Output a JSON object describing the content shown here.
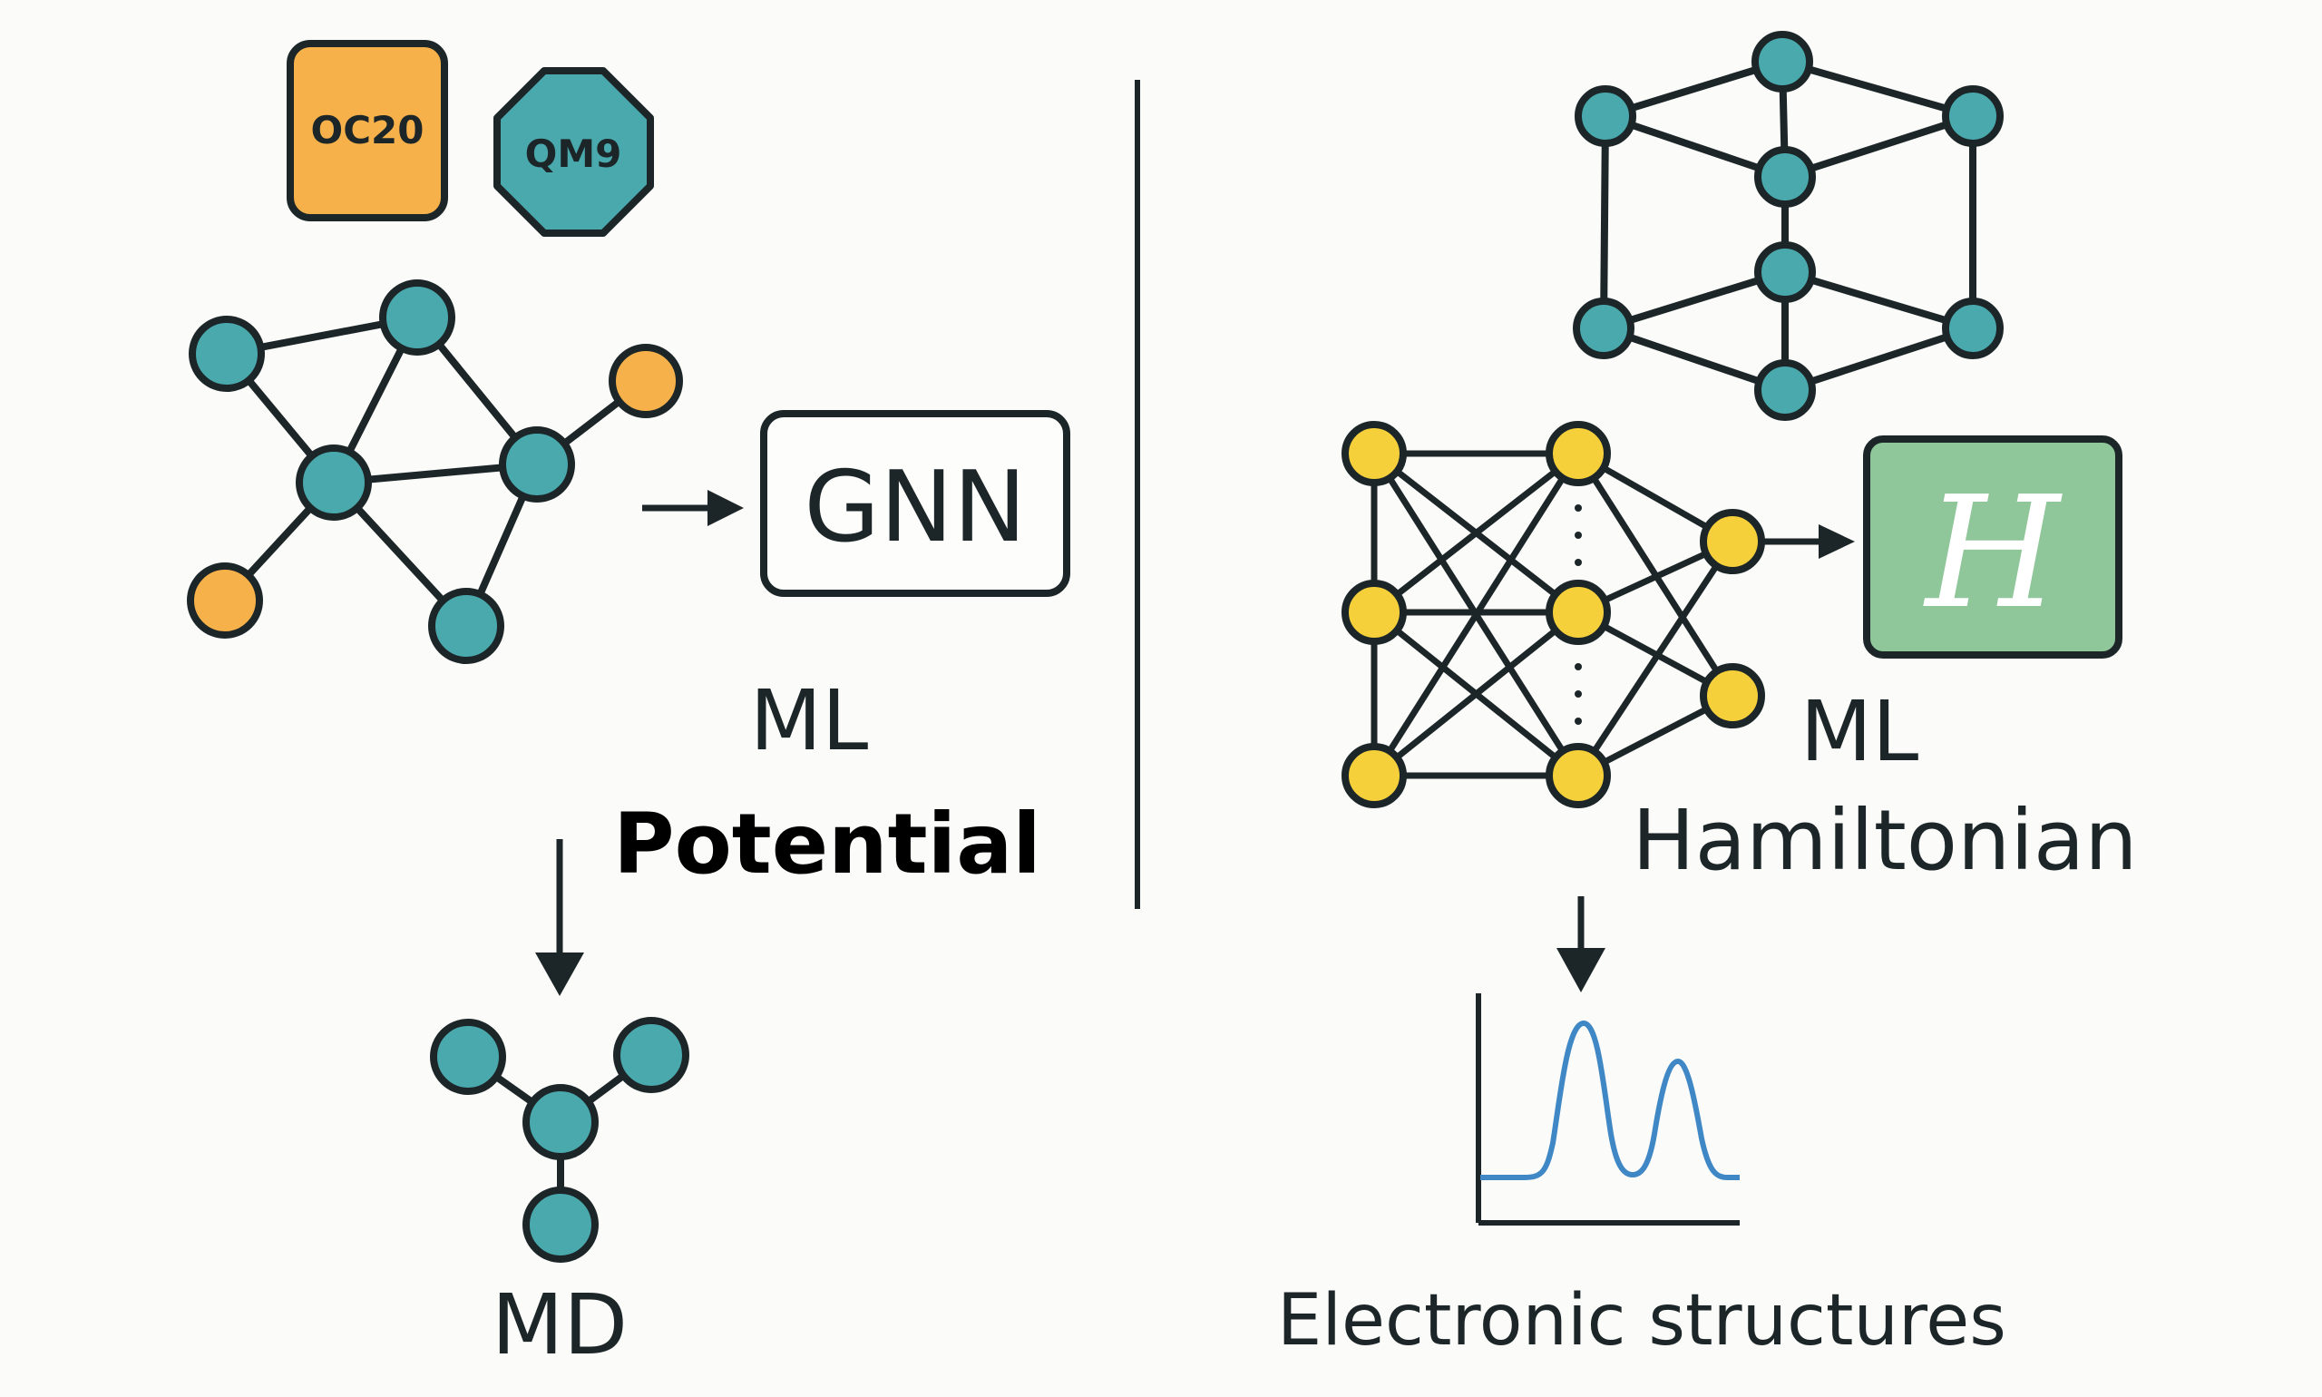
{
  "badges": {
    "oc20": "OC20",
    "qm9": "QM9"
  },
  "left": {
    "gnn_label": "GNN",
    "title_line1": "ML",
    "title_line2": "Potential",
    "output_label": "MD"
  },
  "right": {
    "hamiltonian_symbol": "H",
    "title_line1": "ML",
    "title_line2": "Hamiltonian",
    "output_label": "Electronic structures"
  },
  "colors": {
    "teal": "#4aa9ad",
    "orange": "#f6b14a",
    "yellow": "#f5d03b",
    "green_box": "#8fc79a",
    "line": "#1c2628",
    "spectrum": "#3f88c5",
    "background": "#fbfbf9"
  }
}
